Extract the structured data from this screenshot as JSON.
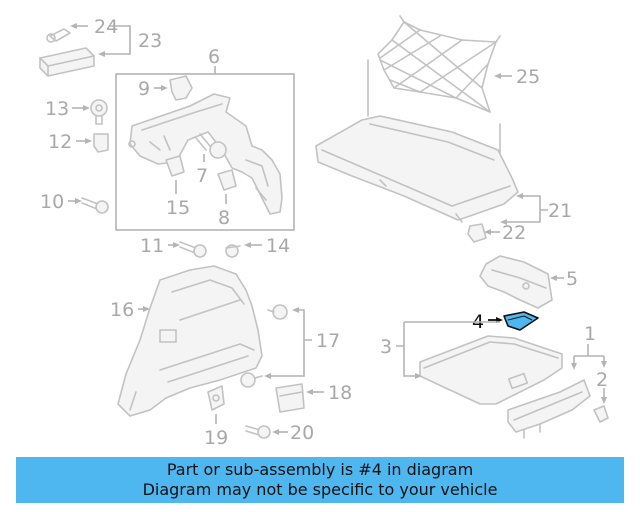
{
  "diagram": {
    "callouts": {
      "c1": "1",
      "c2": "2",
      "c3": "3",
      "c4": "4",
      "c5": "5",
      "c6": "6",
      "c7": "7",
      "c8": "8",
      "c9": "9",
      "c10": "10",
      "c11": "11",
      "c12": "12",
      "c13": "13",
      "c14": "14",
      "c15": "15",
      "c16": "16",
      "c17": "17",
      "c18": "18",
      "c19": "19",
      "c20": "20",
      "c21": "21",
      "c22": "22",
      "c23": "23",
      "c24": "24",
      "c25": "25"
    },
    "highlight_color": "#4fb7f0",
    "highlighted_part": "4"
  },
  "banner": {
    "line1": "Part or sub-assembly is #4 in diagram",
    "line2": "Diagram may not be specific to your vehicle",
    "background": "#4fb7f0"
  }
}
